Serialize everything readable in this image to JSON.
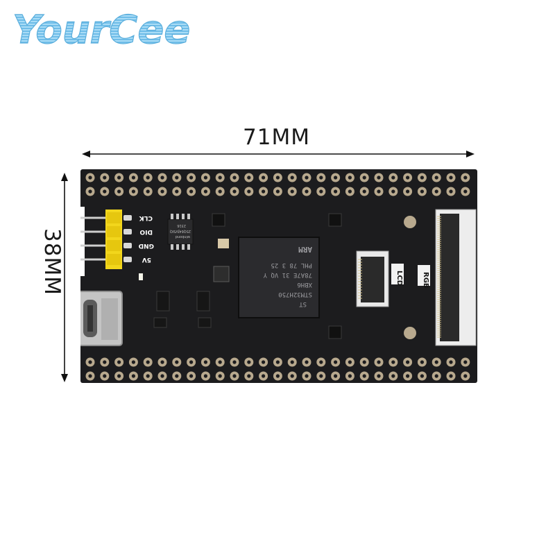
{
  "brand": {
    "logo_text": "YourCee"
  },
  "dimensions": {
    "width": "71MM",
    "height": "38MM"
  },
  "pins": {
    "clk": "CLK",
    "dio": "DIO",
    "gnd": "GND",
    "v5": "5V"
  },
  "chips": {
    "mcu": {
      "logo": "ST",
      "line1": "STM32H750",
      "line2": "XBH6",
      "line3": "78A7E 31 VQ Y",
      "line4": "PHL 78 3 25",
      "arm": "ARM"
    },
    "flash": {
      "brand": "winbond",
      "part": "25Q64JVSIQ",
      "code": "2316"
    }
  },
  "connectors": {
    "lcd": "LCD",
    "rgb": "RGB"
  },
  "colors": {
    "pcb": "#1c1c1e",
    "pad": "#b8a98e",
    "header": "#f2d61c",
    "logo_fill": "#8ecdf0"
  }
}
